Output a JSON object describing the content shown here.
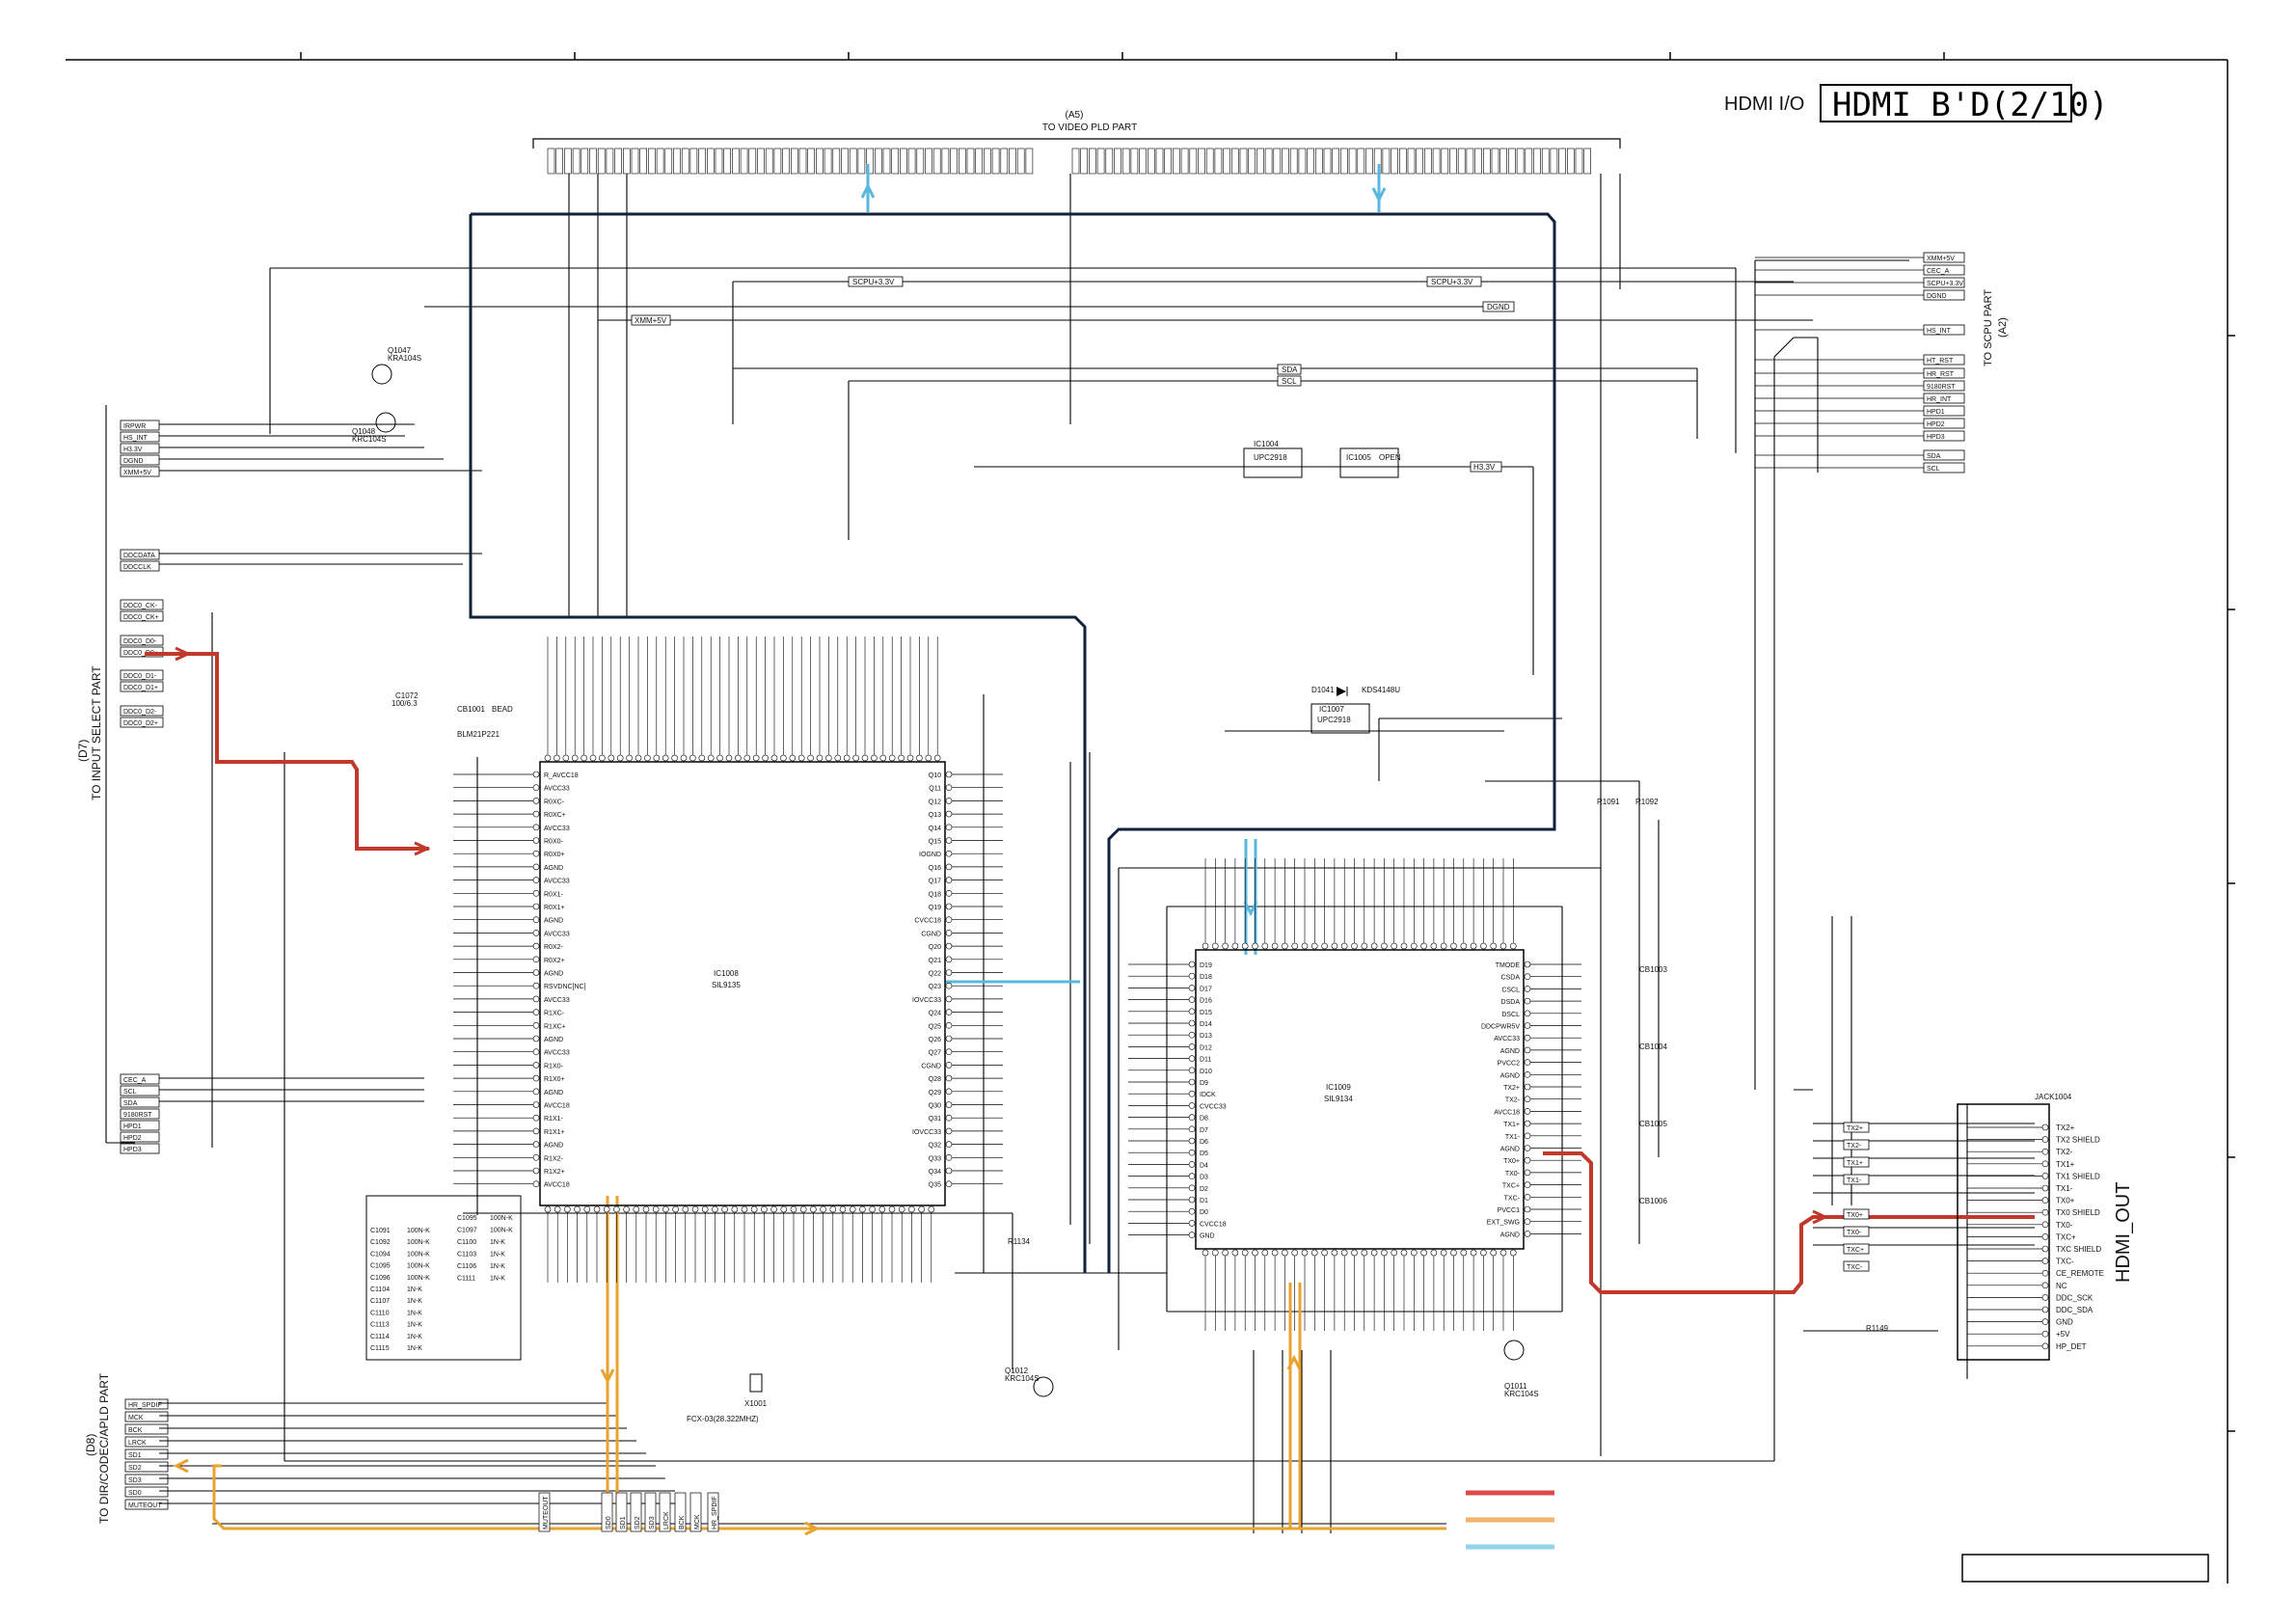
{
  "sheet": {
    "title_left": "HDMI I/O",
    "title_box": "HDMI B'D(2/10)"
  },
  "connectors": {
    "a5": {
      "ref": "(A5)",
      "label": "TO VIDEO PLD PART"
    },
    "a2": {
      "ref": "(A2)",
      "label": "TO SCPU PART"
    },
    "d7": {
      "ref": "(D7)",
      "label": "TO INPUT SELECT PART"
    },
    "d8": {
      "ref": "(D8)",
      "label": "TO DIR/CODEC/APLD PART"
    }
  },
  "ics": {
    "ic1008": {
      "ref": "IC1008",
      "part": "SIL9135"
    },
    "ic1009": {
      "ref": "IC1009",
      "part": "SIL9134"
    },
    "ic1004": {
      "ref": "IC1004",
      "part": "UPC2918"
    },
    "ic1005": {
      "ref": "IC1005",
      "part": "OPEN"
    },
    "ic1007": {
      "ref": "IC1007",
      "part": "UPC2918"
    },
    "jack": {
      "ref": "JACK1004",
      "label": "HDMI_OUT"
    }
  },
  "left_d7_labels": [
    "DDC0_CK-",
    "DDC0_CK+",
    "DDC0_D0-",
    "DDC0_D0+",
    "DDC0_D1-",
    "DDC0_D1+",
    "DDC0_D2-",
    "DDC0_D2+"
  ],
  "left_top_labels": [
    "IRPWR",
    "HS_INT",
    "H3.3V",
    "DGND",
    "XMM+5V"
  ],
  "left_mid_labels": [
    "DDCDATA",
    "DDCCLK"
  ],
  "left_bottom_labels": [
    "CEC_A",
    "SCL",
    "SDA",
    "9180RST",
    "HPD1",
    "HPD2",
    "HPD3"
  ],
  "left_d8_labels": [
    "HR_SPDIF",
    "MCK",
    "BCK",
    "LRCK",
    "SD1",
    "SD2",
    "SD3",
    "SD0",
    "MUTEOUT"
  ],
  "right_a2_labels": [
    "XMM+5V",
    "CEC_A",
    "SCPU+3.3V",
    "DGND",
    "HS_INT",
    "HT_RST",
    "HR_RST",
    "9180RST",
    "HR_INT",
    "HPD1",
    "HPD2",
    "HPD3",
    "SDA",
    "SCL"
  ],
  "bus_labels": {
    "scpu_a": "SCPU+3.3V",
    "scpu_b": "SCPU+3.3V",
    "dgnd": "DGND",
    "xmm": "XMM+5V",
    "sda": "SDA",
    "scl": "SCL",
    "h33": "H3.3V"
  },
  "ic1008_left_pins": [
    "R_AVCC18",
    "AVCC33",
    "R0XC-",
    "R0XC+",
    "AVCC33",
    "R0X0-",
    "R0X0+",
    "AGND",
    "AVCC33",
    "R0X1-",
    "R0X1+",
    "AGND",
    "AVCC33",
    "R0X2-",
    "R0X2+",
    "AGND",
    "RSVDNC[NC]",
    "AVCC33",
    "R1XC-",
    "R1XC+",
    "AGND",
    "AVCC33",
    "R1X0-",
    "R1X0+",
    "AGND",
    "AVCC18",
    "R1X1-",
    "R1X1+",
    "AGND",
    "R1X2-",
    "R1X2+",
    "AVCC18"
  ],
  "ic1008_right_pins": [
    "Q10",
    "Q11",
    "Q12",
    "Q13",
    "Q14",
    "Q15",
    "IOGND",
    "Q16",
    "Q17",
    "Q18",
    "Q19",
    "CVCC18",
    "CGND",
    "Q20",
    "Q21",
    "Q22",
    "Q23",
    "IOVCC33",
    "Q24",
    "Q25",
    "Q26",
    "Q27",
    "CGND",
    "Q28",
    "Q29",
    "Q30",
    "Q31",
    "IOVCC33",
    "Q32",
    "Q33",
    "Q34",
    "Q35"
  ],
  "ic1009_right_pins": [
    "TMODE",
    "CSDA",
    "CSCL",
    "DSDA",
    "DSCL",
    "DDCPWR5V",
    "AVCC33",
    "AGND",
    "PVCC2",
    "AGND",
    "TX2+",
    "TX2-",
    "AVCC18",
    "TX1+",
    "TX1-",
    "AGND",
    "TX0+",
    "TX0-",
    "TXC+",
    "TXC-",
    "PVCC1",
    "EXT_SWG",
    "AGND"
  ],
  "ic1009_left_pins": [
    "D19",
    "D18",
    "D17",
    "D16",
    "D15",
    "D14",
    "D13",
    "D12",
    "D11",
    "D10",
    "D9",
    "IDCK",
    "CVCC33",
    "D8",
    "D7",
    "D6",
    "D5",
    "D4",
    "D3",
    "D2",
    "D1",
    "D0",
    "CVCC18",
    "GND"
  ],
  "hdmi_out_pins": [
    "TX2+",
    "TX2 SHIELD",
    "TX2-",
    "TX1+",
    "TX1 SHIELD",
    "TX1-",
    "TX0+",
    "TX0 SHIELD",
    "TX0-",
    "TXC+",
    "TXC SHIELD",
    "TXC-",
    "CE_REMOTE",
    "NC",
    "DDC_SCK",
    "DDC_SDA",
    "GND",
    "+5V",
    "HP_DET"
  ],
  "hdmi_side_labels": [
    "TX2+",
    "TX2-",
    "TX1+",
    "TX1-",
    "TX0+",
    "TX0-",
    "TXC+",
    "TXC-"
  ],
  "components": {
    "q1047": "Q1047",
    "q1047p": "KRA104S",
    "q1048": "Q1048",
    "q1048p": "KRC104S",
    "q1011": "Q1011",
    "q1011p": "KRC104S",
    "q1012": "Q1012",
    "q1012p": "KRC104S",
    "d1041": "D1041",
    "d1041p": "KDS4148U",
    "x1001": "X1001",
    "crystal": "FCX-03(28.322MHZ)",
    "r1091": "R1091",
    "r1092": "R1092",
    "cb1001": "CB1001",
    "bead": "BEAD",
    "cb1003": "CB1003",
    "cb1004": "CB1004",
    "cb1005": "CB1005",
    "cb1006": "CB1006",
    "c1072": "C1072",
    "c1072v": "100/6.3",
    "blm": "BLM21P221",
    "r1149": "R1149",
    "r1134": "R1134"
  },
  "cap_column_left": [
    "C1091",
    "C1092",
    "C1094",
    "C1095",
    "C1096",
    "C1104",
    "C1107",
    "C1110",
    "C1113",
    "C1114",
    "C1115"
  ],
  "cap_column_values": [
    "100N-K",
    "100N-K",
    "100N-K",
    "100N-K",
    "100N-K",
    "1N-K",
    "1N-K",
    "1N-K",
    "1N-K",
    "1N-K",
    "1N-K"
  ],
  "cap_column_mid": [
    "C1095",
    "C1097",
    "C1100",
    "C1103",
    "C1106",
    "C1111"
  ],
  "cap_column_mid_values": [
    "100N-K",
    "100N-K",
    "1N-K",
    "1N-K",
    "1N-K",
    "1N-K"
  ],
  "bottom_signal_labels": [
    "MUTEOUT",
    "SD0",
    "SD1",
    "SD2",
    "SD3",
    "LRCK",
    "BCK",
    "MCK",
    "HR_SPDIF"
  ],
  "legend_colors": {
    "red": "#d94a4a",
    "orange": "#f2b36a",
    "cyan": "#8fd6e8"
  },
  "colors": {
    "red": "#c0392b",
    "orange": "#e8a22f",
    "cyan": "#59b8de",
    "navy": "#12223a"
  }
}
